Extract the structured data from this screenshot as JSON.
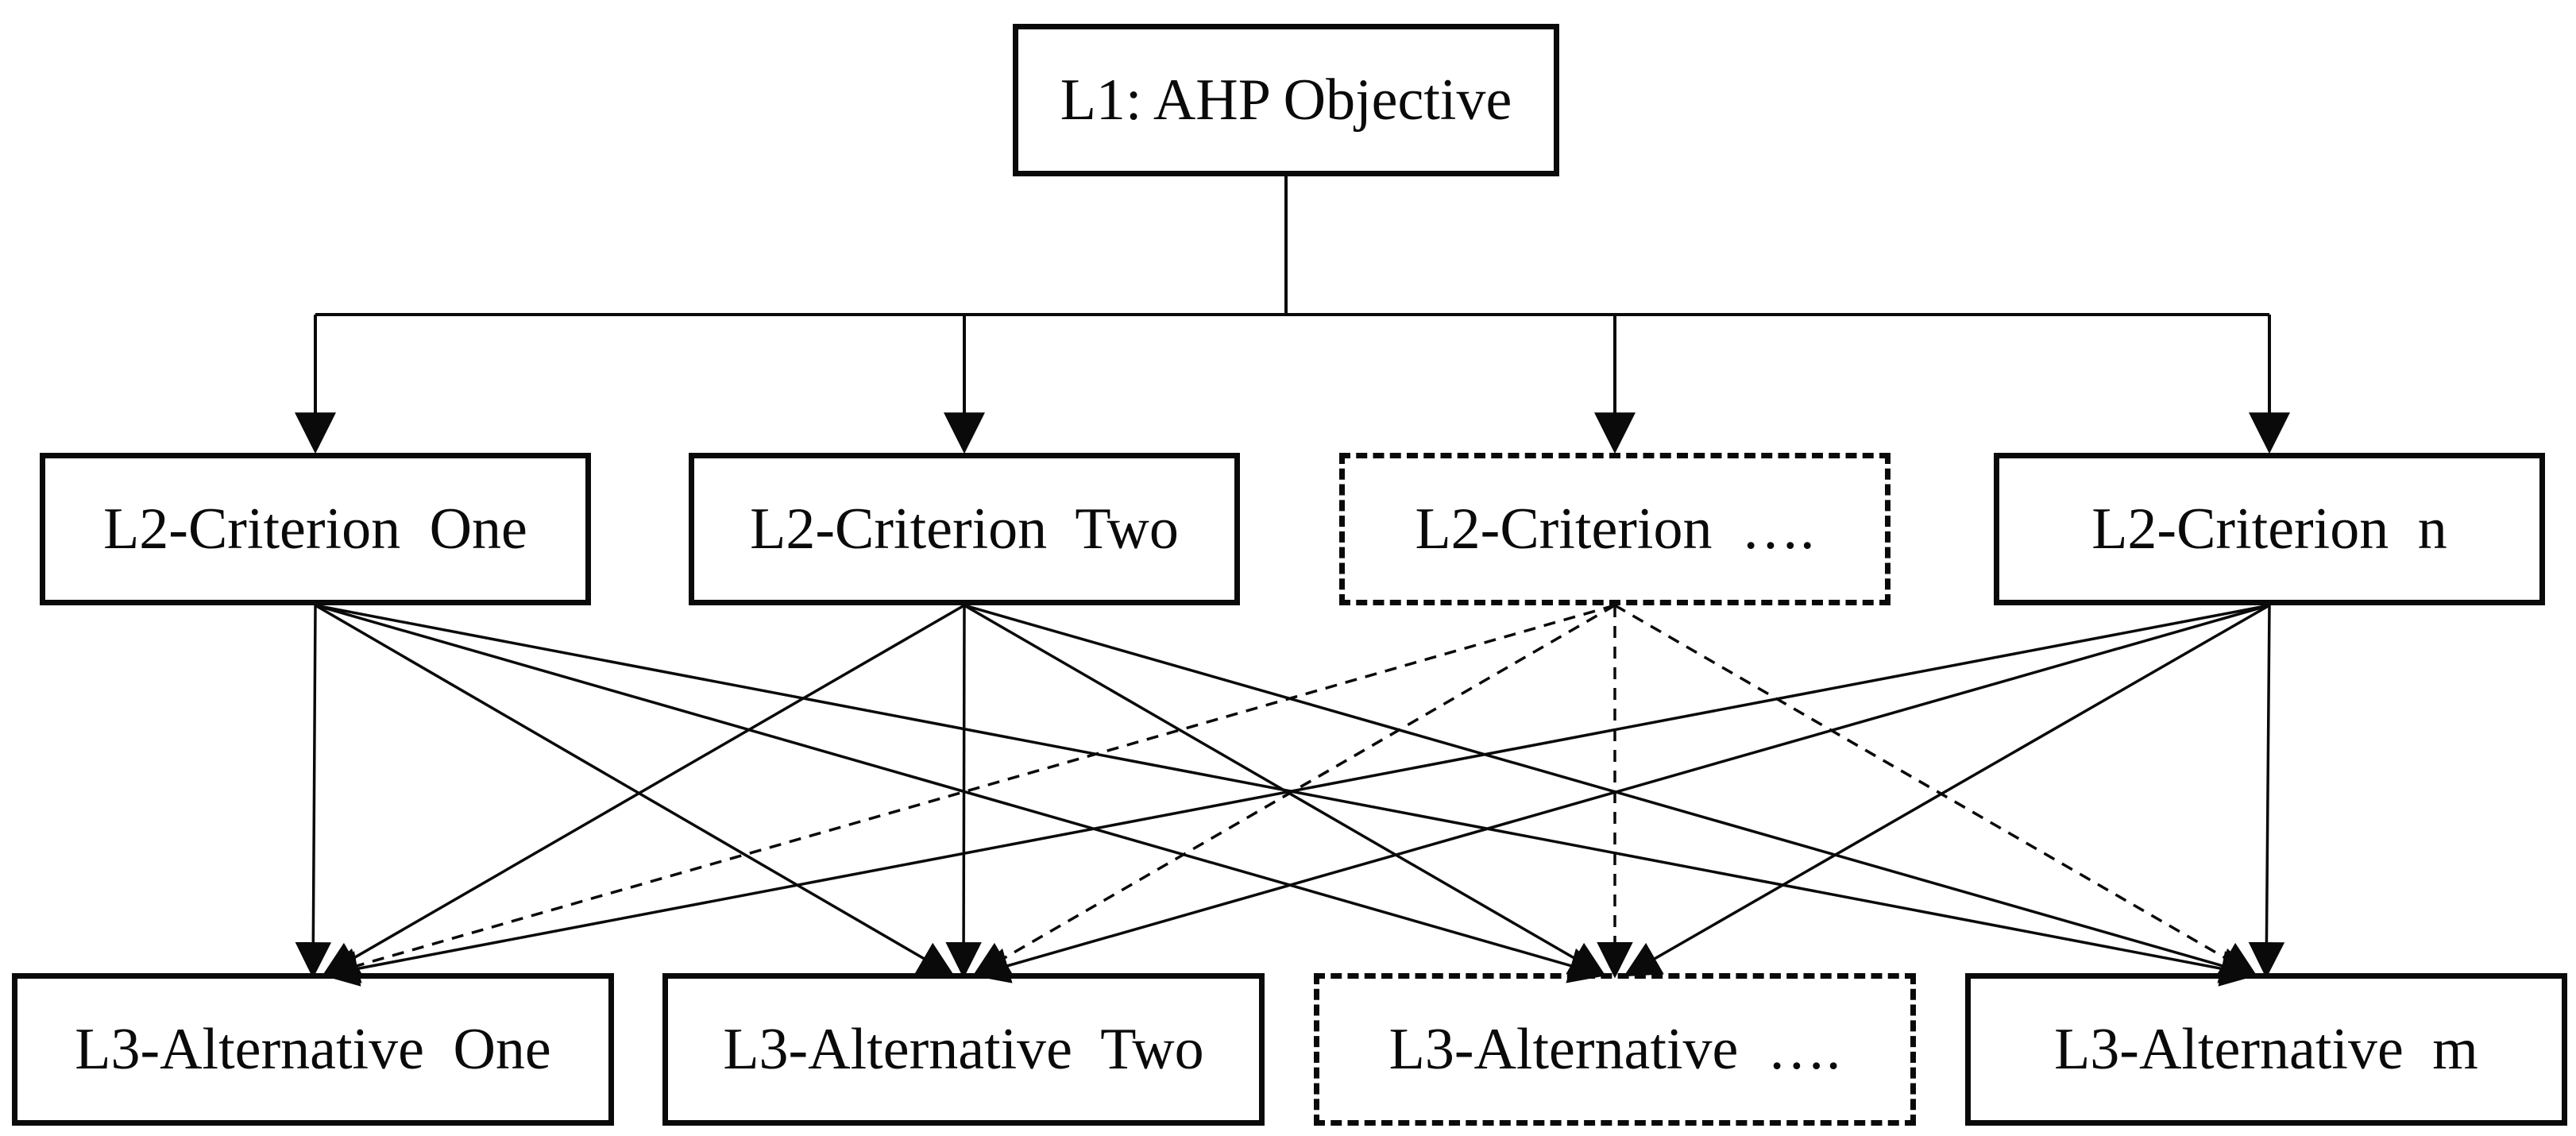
{
  "diagram": {
    "title": "AHP hierarchy diagram",
    "colors": {
      "ink": "#0a0a0a",
      "background": "#ffffff"
    }
  },
  "nodes": {
    "l1": {
      "id": "l1",
      "level": 1,
      "label": "L1: AHP Objective",
      "style": "solid"
    },
    "l2": [
      {
        "id": "c1",
        "level": 2,
        "label": "L2-Criterion One",
        "style": "solid"
      },
      {
        "id": "c2",
        "level": 2,
        "label": "L2-Criterion Two",
        "style": "solid"
      },
      {
        "id": "c3",
        "level": 2,
        "label": "L2-Criterion ….",
        "style": "dashed"
      },
      {
        "id": "c4",
        "level": 2,
        "label": "L2-Criterion n",
        "style": "solid"
      }
    ],
    "l3": [
      {
        "id": "a1",
        "level": 3,
        "label": "L3-Alternative One",
        "style": "solid"
      },
      {
        "id": "a2",
        "level": 3,
        "label": "L3-Alternative Two",
        "style": "solid"
      },
      {
        "id": "a3",
        "level": 3,
        "label": "L3-Alternative ….",
        "style": "dashed"
      },
      {
        "id": "a4",
        "level": 3,
        "label": "L3-Alternative m",
        "style": "solid"
      }
    ]
  },
  "edges": {
    "objective_to_criteria": [
      {
        "from": "l1",
        "to": "c1",
        "style": "solid"
      },
      {
        "from": "l1",
        "to": "c2",
        "style": "solid"
      },
      {
        "from": "l1",
        "to": "c3",
        "style": "solid"
      },
      {
        "from": "l1",
        "to": "c4",
        "style": "solid"
      }
    ],
    "criteria_to_alternatives": [
      {
        "from": "c1",
        "to": "a1",
        "style": "solid"
      },
      {
        "from": "c1",
        "to": "a2",
        "style": "solid"
      },
      {
        "from": "c1",
        "to": "a3",
        "style": "solid"
      },
      {
        "from": "c1",
        "to": "a4",
        "style": "solid"
      },
      {
        "from": "c2",
        "to": "a1",
        "style": "solid"
      },
      {
        "from": "c2",
        "to": "a2",
        "style": "solid"
      },
      {
        "from": "c2",
        "to": "a3",
        "style": "solid"
      },
      {
        "from": "c2",
        "to": "a4",
        "style": "solid"
      },
      {
        "from": "c3",
        "to": "a1",
        "style": "dashed"
      },
      {
        "from": "c3",
        "to": "a2",
        "style": "dashed"
      },
      {
        "from": "c3",
        "to": "a3",
        "style": "dashed"
      },
      {
        "from": "c3",
        "to": "a4",
        "style": "dashed"
      },
      {
        "from": "c4",
        "to": "a1",
        "style": "solid"
      },
      {
        "from": "c4",
        "to": "a2",
        "style": "solid"
      },
      {
        "from": "c4",
        "to": "a3",
        "style": "solid"
      },
      {
        "from": "c4",
        "to": "a4",
        "style": "solid"
      }
    ]
  }
}
